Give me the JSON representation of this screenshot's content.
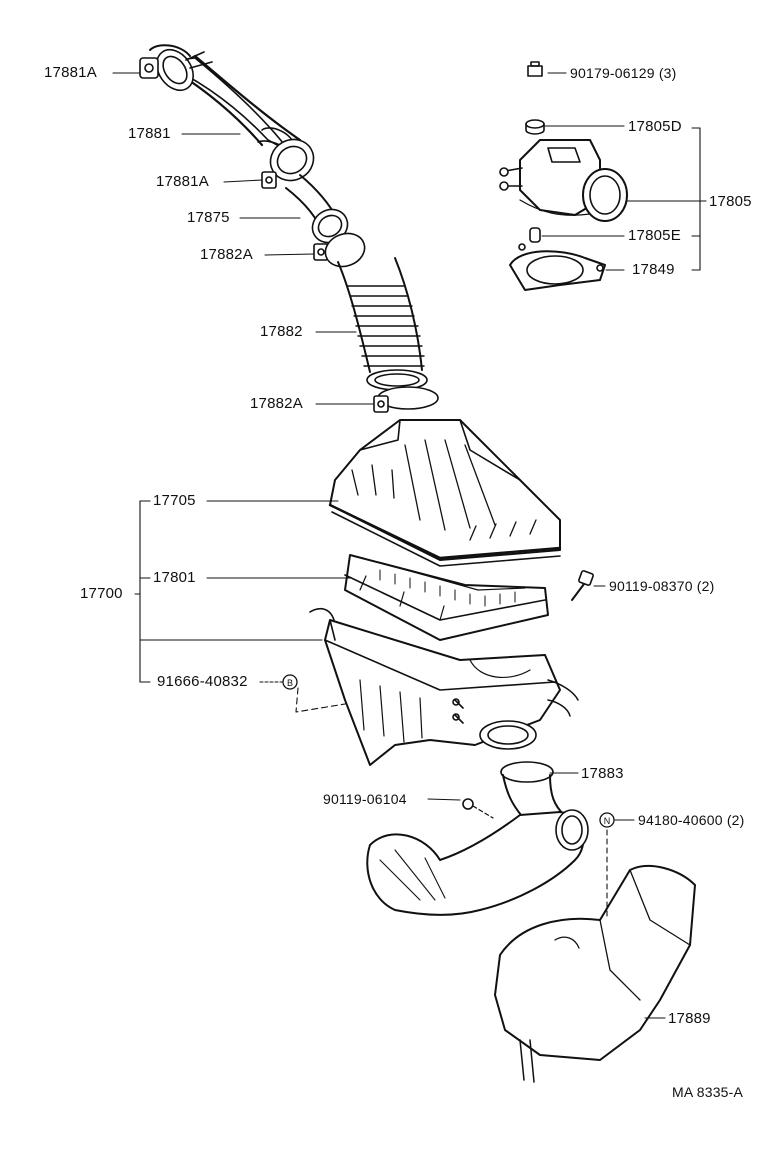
{
  "callouts": {
    "p17881A_top": "17881A",
    "p17881": "17881",
    "p17881A_mid": "17881A",
    "p17875": "17875",
    "p17882A_top": "17882A",
    "p17882": "17882",
    "p17882A_low": "17882A",
    "p17705": "17705",
    "p17801": "17801",
    "p17700": "17700",
    "p91666": "91666-40832",
    "p90179": "90179-06129 (3)",
    "p17805D": "17805D",
    "p17805": "17805",
    "p17805E": "17805E",
    "p17849": "17849",
    "p90119_08370": "90119-08370 (2)",
    "p17883": "17883",
    "p90119_06104": "90119-06104",
    "p94180": "94180-40600 (2)",
    "p17889": "17889"
  },
  "markers": {
    "b": "B",
    "n": "N"
  },
  "footer": {
    "code": "MA 8335-A"
  }
}
